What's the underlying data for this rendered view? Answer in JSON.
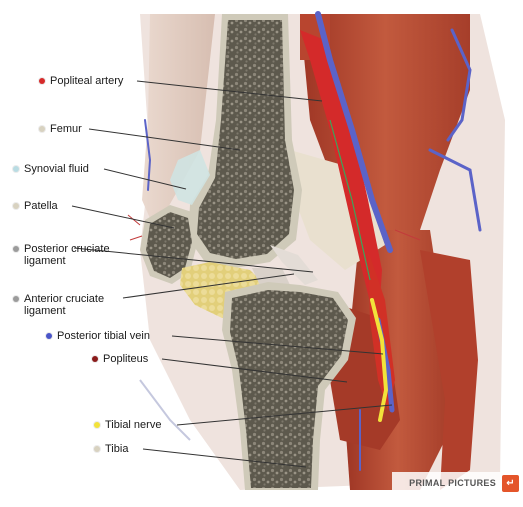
{
  "colors": {
    "artery": "#d42a2a",
    "bone_marrow": "#6f6a5c",
    "muscle": "#b8452f",
    "vein": "#5b63c8",
    "nerve": "#f2e23a",
    "fat": "#e6d68b",
    "brand_accent": "#e4552a"
  },
  "labels": [
    {
      "id": "popliteal-artery",
      "text": "Popliteal artery",
      "dot_color": "#d62a2a"
    },
    {
      "id": "femur",
      "text": "Femur",
      "dot_color": "#d8d2c0"
    },
    {
      "id": "synovial-fluid",
      "text": "Synovial fluid",
      "dot_color": "#b9dce3"
    },
    {
      "id": "patella",
      "text": "Patella",
      "dot_color": "#d8d2c0"
    },
    {
      "id": "posterior-cruciate-ligament",
      "text": "Posterior cruciate ligament",
      "dot_color": "#9b9b9b"
    },
    {
      "id": "anterior-cruciate-ligament",
      "text": "Anterior cruciate ligament",
      "dot_color": "#9b9b9b"
    },
    {
      "id": "posterior-tibial-vein",
      "text": "Posterior tibial vein",
      "dot_color": "#4a55c8"
    },
    {
      "id": "popliteus",
      "text": "Popliteus",
      "dot_color": "#8a1b1b"
    },
    {
      "id": "tibial-nerve",
      "text": "Tibial nerve",
      "dot_color": "#f2e23a"
    },
    {
      "id": "tibia",
      "text": "Tibia",
      "dot_color": "#d8d2c0"
    }
  ],
  "brand": {
    "text": "PRIMAL PICTURES",
    "icon": "primal-pictures-logo-icon"
  }
}
